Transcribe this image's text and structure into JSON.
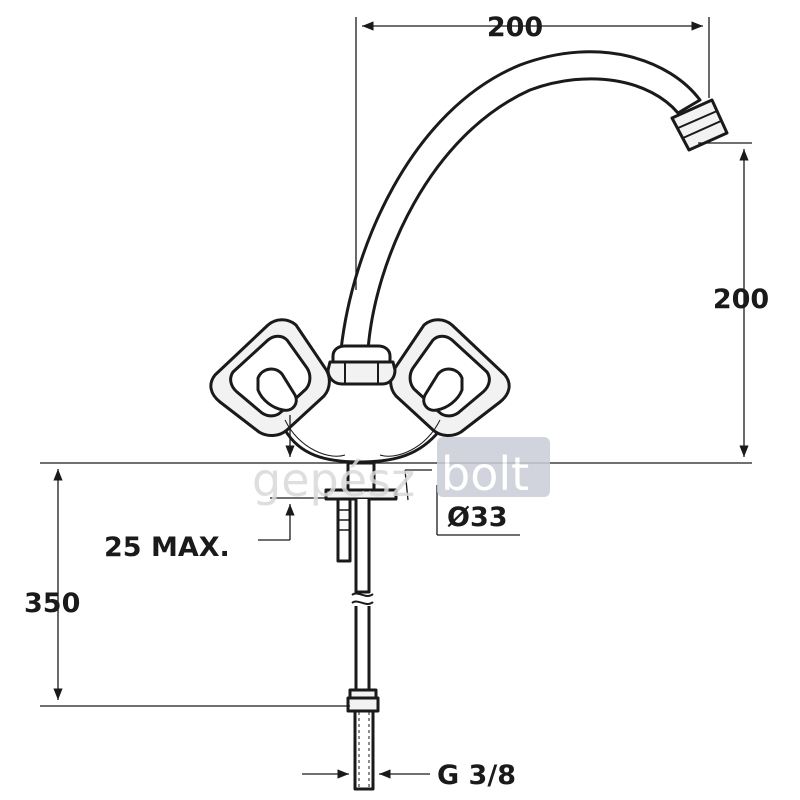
{
  "dimensions": {
    "spout_reach": "200",
    "spout_height": "200",
    "mounting_thickness": "25 MAX.",
    "hole_diameter": "Ø33",
    "hose_length": "350",
    "connection_thread": "G 3/8"
  },
  "watermark": {
    "part1": "gepész",
    "part2": "bolt"
  },
  "colors": {
    "line": "#1a1a1a",
    "fill_light": "#f2f2f2",
    "watermark_grey": "#d9d9d9",
    "watermark_box": "#c9cdd8"
  }
}
